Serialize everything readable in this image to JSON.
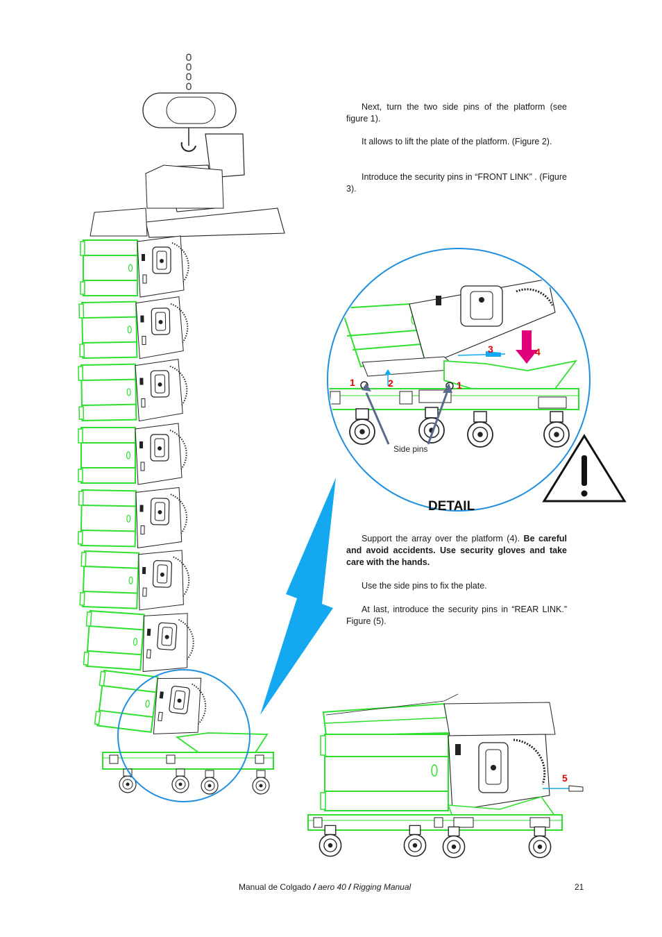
{
  "text": {
    "para1": "Next, turn the two side pins of the platform (see figure 1).",
    "para2": "It allows to lift the plate of the platform. (Figure 2).",
    "para3": "Introduce the security pins in “FRONT LINK” . (Figure 3).",
    "para4_normal": "Support the array over the platform (4).",
    "para4_bold": "Be careful and avoid accidents. Use security gloves and take care with the hands.",
    "para5": "Use the side pins to fix the plate.",
    "para6": "At last, introduce the security pins in “REAR LINK.” Figure (5)."
  },
  "figure": {
    "detail_label": "DETAIL",
    "side_pins_label": "Side pins",
    "callouts": [
      "1",
      "2",
      "1",
      "3",
      "4",
      "5"
    ]
  },
  "footer": {
    "manual_es": "Manual de Colgado",
    "separator1": " / ",
    "product": "aero 40",
    "separator2": " / ",
    "manual_en": "Rigging Manual",
    "page_number": "21"
  },
  "colors": {
    "outline_green": "#2ee02e",
    "circle_blue": "#1f8fe0",
    "arrow_blue": "#13a8f0",
    "arrow_magenta": "#e0007a",
    "callout_red": "#e00000"
  }
}
